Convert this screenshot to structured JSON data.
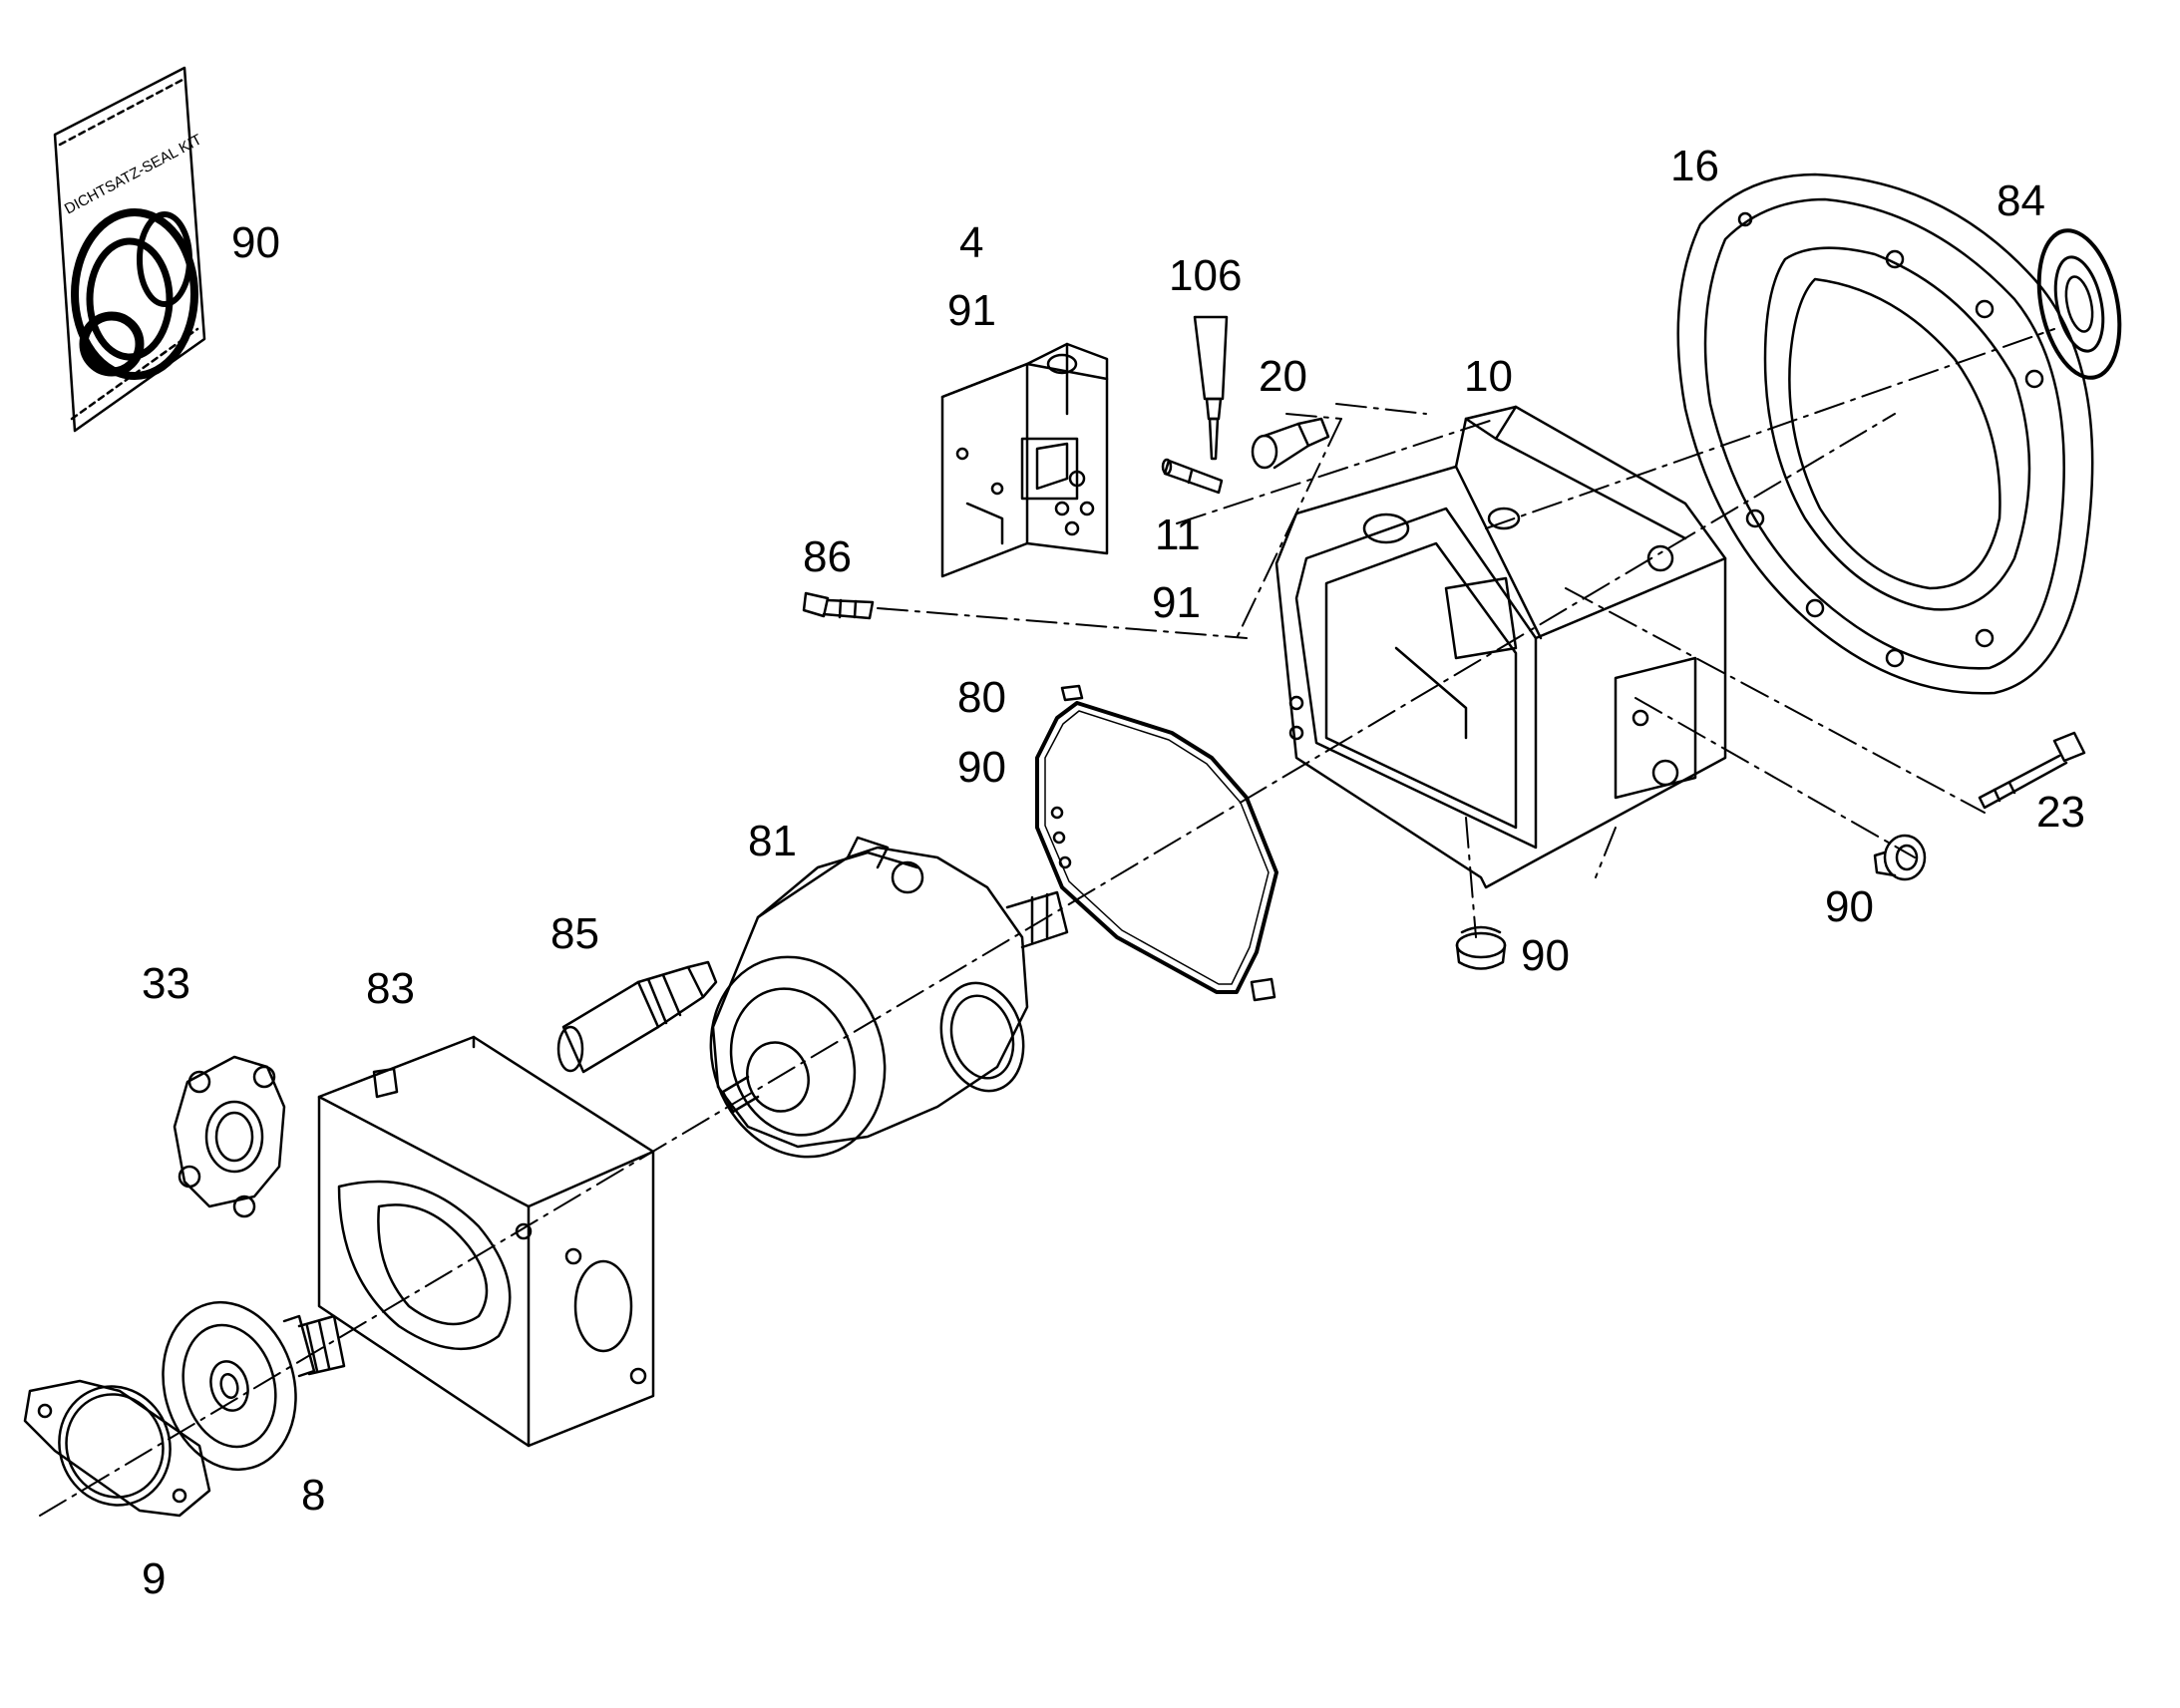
{
  "seal_kit_text": "DICHTSATZ-SEAL KIT",
  "labels": {
    "seal_kit": "90",
    "control_4": "4",
    "control_91": "91",
    "tube_106": "106",
    "screw_20": "20",
    "housing_10": "10",
    "flange_16": "16",
    "shaft_seal_84": "84",
    "pin_11": "11",
    "plug_91": "91",
    "fitting_86": "86",
    "gasket_80": "80",
    "gasket_90": "90",
    "rotary_group_81": "81",
    "valve_85": "85",
    "flange_33": "33",
    "port_plate_83": "83",
    "bearing_8": "8",
    "cover_9": "9",
    "bolt_23": "23",
    "plug_90_right": "90",
    "plug_90_bottom": "90"
  },
  "colors": {
    "line": "#000000",
    "background": "#ffffff"
  }
}
